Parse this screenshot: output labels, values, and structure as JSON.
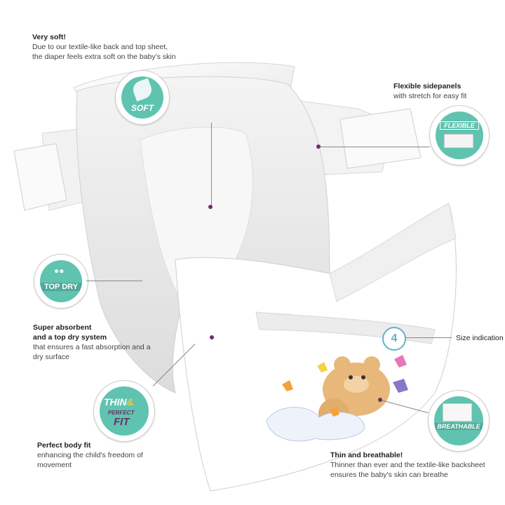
{
  "features": {
    "soft": {
      "title": "Very soft!",
      "body": "Due to our textile-like back and top sheet, the diaper feels extra soft on the baby's skin",
      "badge": "SOFT"
    },
    "flexible": {
      "title": "Flexible sidepanels",
      "body": "with stretch for easy fit",
      "badge": "FLEXIBLE"
    },
    "topdry": {
      "title1": "Super absorbent",
      "title2": "and a top dry system",
      "body": "that ensures a fast absorption and a dry surface",
      "badge": "TOP DRY"
    },
    "size": {
      "label": "Size indication",
      "number": "4"
    },
    "thin": {
      "title": "Perfect body fit",
      "body": "enhancing the child's freedom of movement",
      "badge1": "THIN",
      "badge_amp": "&",
      "badge2": "PERFECT",
      "badge3": "FIT"
    },
    "breathable": {
      "title": "Thin and breathable!",
      "body": "Thinner than ever and the textile-like backsheet ensures the baby's skin can breathe",
      "badge": "BREATHABLE"
    }
  },
  "colors": {
    "badge_teal": "#5fc3b0",
    "dot_purple": "#6a2f6a",
    "diaper_white": "#ffffff",
    "shade": "#e9e9e9"
  }
}
